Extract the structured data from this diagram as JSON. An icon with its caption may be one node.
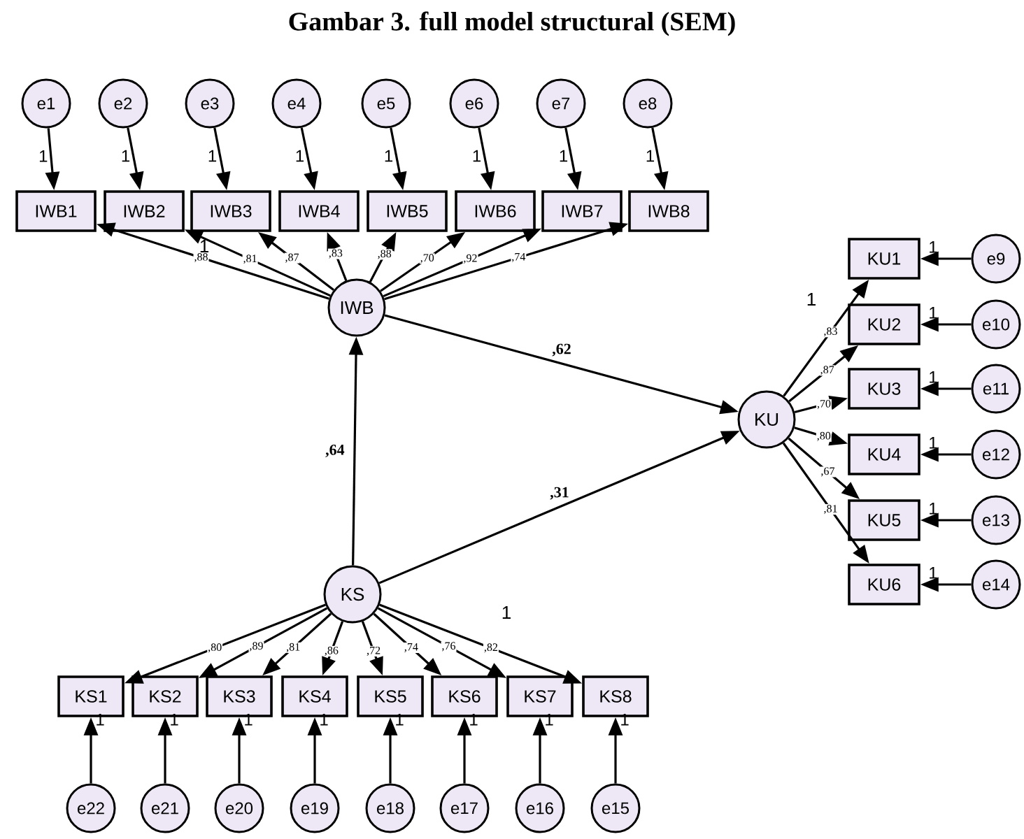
{
  "diagram": {
    "title": "Gambar 3. full model structural (SEM)",
    "nodes": [
      {
        "text": [
          "e1"
        ]
      },
      {
        "text": [
          "e2"
        ]
      },
      {
        "text": [
          "e3"
        ]
      },
      {
        "text": [
          "e4"
        ]
      },
      {
        "text": [
          "e5"
        ]
      },
      {
        "text": [
          "e6"
        ]
      },
      {
        "text": [
          "e7"
        ]
      },
      {
        "text": [
          "e8"
        ]
      },
      {
        "text": [
          "IWB1"
        ]
      },
      {
        "text": [
          "IWB2"
        ]
      },
      {
        "text": [
          "IWB3"
        ]
      },
      {
        "text": [
          "IWB4"
        ]
      },
      {
        "text": [
          "IWB5"
        ]
      },
      {
        "text": [
          "IWB6"
        ]
      },
      {
        "text": [
          "IWB7"
        ]
      },
      {
        "text": [
          "IWB8"
        ]
      },
      {
        "text": [
          "IWB"
        ]
      },
      {
        "text": [
          "KU"
        ]
      },
      {
        "text": [
          "KU1"
        ]
      },
      {
        "text": [
          "KU2"
        ]
      },
      {
        "text": [
          "KU3"
        ]
      },
      {
        "text": [
          "KU4"
        ]
      },
      {
        "text": [
          "KU5"
        ]
      },
      {
        "text": [
          "KU6"
        ]
      },
      {
        "text": [
          "e9"
        ]
      },
      {
        "text": [
          "e10"
        ]
      },
      {
        "text": [
          "e11"
        ]
      },
      {
        "text": [
          "e12"
        ]
      },
      {
        "text": [
          "e13"
        ]
      },
      {
        "text": [
          "e14"
        ]
      },
      {
        "text": [
          "KS"
        ]
      },
      {
        "text": [
          "KS1"
        ]
      },
      {
        "text": [
          "KS2"
        ]
      },
      {
        "text": [
          "KS3"
        ]
      },
      {
        "text": [
          "KS4"
        ]
      },
      {
        "text": [
          "KS5"
        ]
      },
      {
        "text": [
          "KS6"
        ]
      },
      {
        "text": [
          "KS7"
        ]
      },
      {
        "text": [
          "KS8"
        ]
      },
      {
        "text": [
          "e22"
        ]
      },
      {
        "text": [
          "e21"
        ]
      },
      {
        "text": [
          "e20"
        ]
      },
      {
        "text": [
          "e19"
        ]
      },
      {
        "text": [
          "e18"
        ]
      },
      {
        "text": [
          "e17"
        ]
      },
      {
        "text": [
          "e16"
        ]
      },
      {
        "text": [
          "e15"
        ]
      }
    ],
    "edges": [
      {
        "from": 0,
        "to": 8,
        "arrow": "to",
        "label": "1"
      },
      {
        "from": 1,
        "to": 9,
        "arrow": "to",
        "label": "1"
      },
      {
        "from": 2,
        "to": 10,
        "arrow": "to",
        "label": "1"
      },
      {
        "from": 3,
        "to": 11,
        "arrow": "to",
        "label": "1"
      },
      {
        "from": 4,
        "to": 12,
        "arrow": "to",
        "label": "1"
      },
      {
        "from": 5,
        "to": 13,
        "arrow": "to",
        "label": "1"
      },
      {
        "from": 6,
        "to": 14,
        "arrow": "to",
        "label": "1"
      },
      {
        "from": 7,
        "to": 15,
        "arrow": "to",
        "label": "1"
      },
      {
        "from": 16,
        "to": 8,
        "arrow": "to",
        "label": ",88"
      },
      {
        "from": 16,
        "to": 9,
        "arrow": "to",
        "label": ",81"
      },
      {
        "from": 16,
        "to": 10,
        "arrow": "to",
        "label": ",87"
      },
      {
        "from": 16,
        "to": 11,
        "arrow": "to",
        "label": ",83"
      },
      {
        "from": 16,
        "to": 12,
        "arrow": "to",
        "label": ",88"
      },
      {
        "from": 16,
        "to": 13,
        "arrow": "to",
        "label": ",70"
      },
      {
        "from": 16,
        "to": 14,
        "arrow": "to",
        "label": ",92"
      },
      {
        "from": 16,
        "to": 15,
        "arrow": "to",
        "label": ",74"
      },
      {
        "from": 16,
        "to": 17,
        "arrow": "to",
        "label": ",62"
      },
      {
        "from": 30,
        "to": 16,
        "arrow": "to",
        "label": ",64"
      },
      {
        "from": 30,
        "to": 17,
        "arrow": "to",
        "label": ",31"
      },
      {
        "from": 17,
        "to": 18,
        "arrow": "to",
        "label": ",83"
      },
      {
        "from": 17,
        "to": 19,
        "arrow": "to",
        "label": ",87"
      },
      {
        "from": 17,
        "to": 20,
        "arrow": "to",
        "label": ",70"
      },
      {
        "from": 17,
        "to": 21,
        "arrow": "to",
        "label": ",80"
      },
      {
        "from": 17,
        "to": 22,
        "arrow": "to",
        "label": ",67"
      },
      {
        "from": 17,
        "to": 23,
        "arrow": "to",
        "label": ",81"
      },
      {
        "from": 24,
        "to": 18,
        "arrow": "to",
        "label": "1"
      },
      {
        "from": 25,
        "to": 19,
        "arrow": "to",
        "label": "1"
      },
      {
        "from": 26,
        "to": 20,
        "arrow": "to",
        "label": "1"
      },
      {
        "from": 27,
        "to": 21,
        "arrow": "to",
        "label": "1"
      },
      {
        "from": 28,
        "to": 22,
        "arrow": "to",
        "label": "1"
      },
      {
        "from": 29,
        "to": 23,
        "arrow": "to",
        "label": "1"
      },
      {
        "from": 30,
        "to": 31,
        "arrow": "to",
        "label": ",80"
      },
      {
        "from": 30,
        "to": 32,
        "arrow": "to",
        "label": ",89"
      },
      {
        "from": 30,
        "to": 33,
        "arrow": "to",
        "label": ",81"
      },
      {
        "from": 30,
        "to": 34,
        "arrow": "to",
        "label": ",86"
      },
      {
        "from": 30,
        "to": 35,
        "arrow": "to",
        "label": ",72"
      },
      {
        "from": 30,
        "to": 36,
        "arrow": "to",
        "label": ",74"
      },
      {
        "from": 30,
        "to": 37,
        "arrow": "to",
        "label": ",76"
      },
      {
        "from": 30,
        "to": 38,
        "arrow": "to",
        "label": ",82"
      },
      {
        "from": 39,
        "to": 31,
        "arrow": "to",
        "label": "1"
      },
      {
        "from": 40,
        "to": 32,
        "arrow": "to",
        "label": "1"
      },
      {
        "from": 41,
        "to": 33,
        "arrow": "to",
        "label": "1"
      },
      {
        "from": 42,
        "to": 34,
        "arrow": "to",
        "label": "1"
      },
      {
        "from": 43,
        "to": 35,
        "arrow": "to",
        "label": "1"
      },
      {
        "from": 44,
        "to": 36,
        "arrow": "to",
        "label": "1"
      },
      {
        "from": 45,
        "to": 37,
        "arrow": "to",
        "label": "1"
      },
      {
        "from": 46,
        "to": 38,
        "arrow": "to",
        "label": "1"
      }
    ],
    "labels": [
      "1",
      "1",
      "1"
    ]
  }
}
